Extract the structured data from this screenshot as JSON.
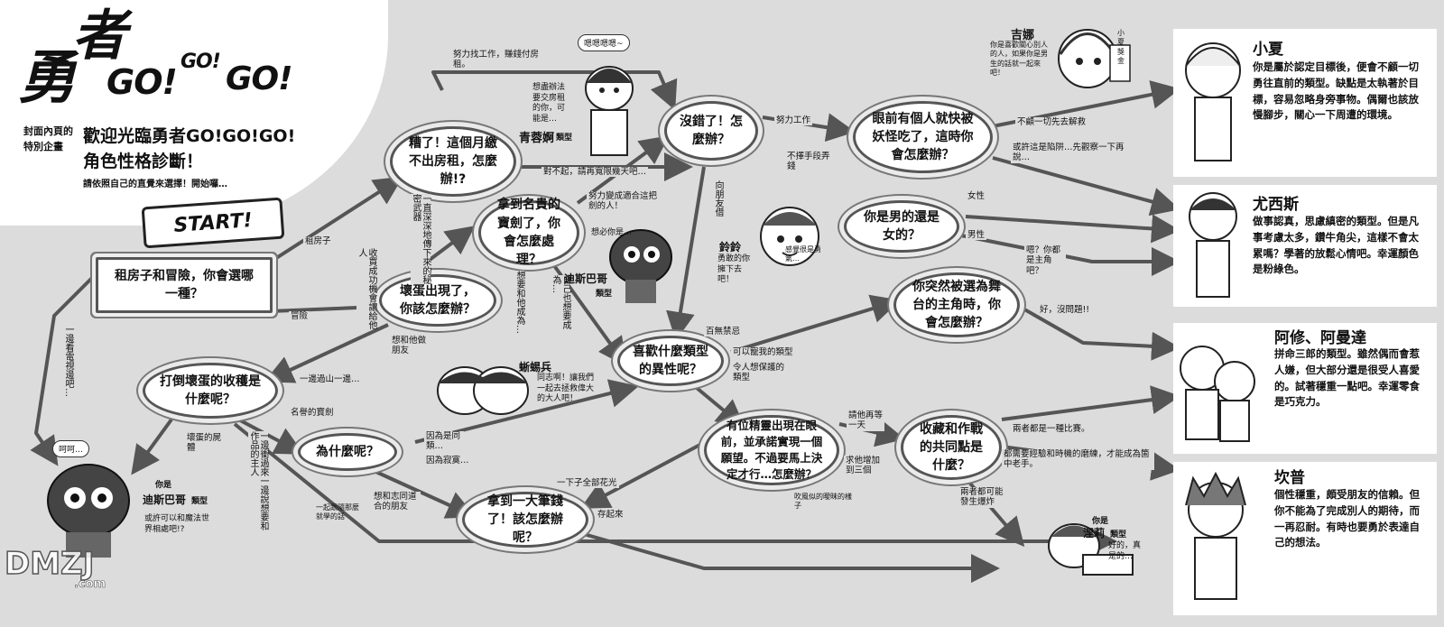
{
  "logo": {
    "yu": "勇",
    "zhe": "者",
    "go1": "GO!",
    "go2": "GO!",
    "go3": "GO!"
  },
  "side_label": {
    "l1": "封面內頁的",
    "l2": "特別企畫"
  },
  "heading": {
    "line1": "歡迎光臨勇者GO!GO!GO!",
    "line2": "角色性格診斷！",
    "note": "請依照自己的直覺來選擇！開始囉…"
  },
  "start_label": "START!",
  "questions": {
    "q1": "租房子和冒險，你會選哪一種？",
    "q2": "糟了！這個月繳不出房租，怎麼辦!?",
    "q3": "壞蛋出現了，你該怎麼辦？",
    "q4": "打倒壞蛋的收穫是什麼呢？",
    "q5": "為什麼呢？",
    "q6": "拿到一大筆錢了！該怎麼辦呢？",
    "q7": "拿到名貴的寶劍了，你會怎麼處理？",
    "q8": "沒錯了！怎麼辦？",
    "q9": "喜歡什麼類型的異性呢？",
    "q10": "有位精靈出現在眼前，並承諾實現一個願望。不過要馬上決定才行…怎麼辦？",
    "q11": "眼前有個人就快被妖怪吃了，這時你會怎麼辦？",
    "q12": "你是男的還是女的？",
    "q13": "你突然被選為舞台的主角時，你會怎麼辦？",
    "q14": "收藏和作戰的共同點是什麼？"
  },
  "edge_labels": {
    "e1": "租房子",
    "e2": "冒險",
    "e3": "努力找工作，賺錢付房租。",
    "e4": "對不起，請再寬限幾天吧…",
    "e5": "努力工作",
    "e6": "不擇手段弄錢",
    "e7": "不顧一切先去解救",
    "e8": "或許這是陷阱…先觀察一下再說…",
    "e9": "努力變成適合這把劍的人！",
    "e10": "女性",
    "e11": "男性",
    "e12": "想和他做朋友",
    "e13": "名譽的寶劍",
    "e14": "壞蛋的屍體",
    "e15": "因為是同類…",
    "e16": "因為寂寞…",
    "e17": "一下子全部花光",
    "e18": "存起來",
    "e19": "想和志同道合的朋友",
    "e20": "向朋友借",
    "e21": "百無禁忌",
    "e22": "可以寵我的類型",
    "e23": "令人想保護的類型",
    "e24": "請他再等一天",
    "e25": "求他增加到三個",
    "e26": "好，沒問題!!",
    "e27": "兩者都是一種比賽。",
    "e28": "都需要經驗和時機的磨練，才能成為箇中老手。",
    "e29": "兩者都可能發生爆炸",
    "e30": "嗯？你都是主角吧？",
    "e31": "一直深深地傳下來的秘密武器",
    "e32": "一邊衝過來一邊說想要和作品的主人",
    "e33": "一邊過山一邊…",
    "e34": "一邊看電視邊吧…",
    "e35": "想要和他成為…",
    "e36": "自己也想要成為…",
    "e37": "收買成功機會讓給他人"
  },
  "results": [
    {
      "name": "小夏",
      "text": "你是屬於認定目標後，便會不顧一切勇往直前的類型。缺點是太執著於目標，容易忽略身旁事物。偶爾也該放慢腳步，關心一下周遭的環境。"
    },
    {
      "name": "尤西斯",
      "text": "做事認真，思慮縝密的類型。但是凡事考慮太多，鑽牛角尖，這樣不會太累嗎？學著的放鬆心情吧。幸運顏色是粉綠色。"
    },
    {
      "name": "阿修、阿曼達",
      "text": "拼命三郎的類型。雖然偶而會惹人嫌，但大部分還是很受人喜愛的。試著穩重一點吧。幸運零食是巧克力。"
    },
    {
      "name": "坎普",
      "text": "個性穩重，頗受朋友的信賴。但你不能為了完成別人的期待，而一再忍耐。有時也要勇於表達自己的想法。"
    }
  ],
  "characters": {
    "c1_name": "青蓉婀",
    "c1_type": "類型",
    "c1_bubble": "嗯嗯嗯嗯~",
    "c1_say": "想盡辦法要交房租的你，可能是…",
    "c2_name": "迪斯巴哥",
    "c2_type": "類型",
    "c2_say": "想必你是…",
    "c3_name": "鈴鈴",
    "c3_say": "勇敢的你擁下去吧！",
    "c4_name": "吉娜",
    "c4_say": "你是喜歡關心別人的人，如果你是男生的話就一起來吧！",
    "c4_card": "小夏獎金",
    "c5_name": "蜥蜴兵",
    "c5_say": "同志啊！讓我們一起去拯救偉大的大人吧！",
    "c6_prefix": "你是",
    "c6_name": "迪斯巴哥",
    "c6_type": "類型",
    "c6_bubble": "呵呵…",
    "c6_say": "或許可以和魔法世界相處吧!?",
    "c7_prefix": "你是",
    "c7_name": "涅莉",
    "c7_type": "類型",
    "c7_say": "好的，真是的…",
    "c7_side": "吹風似的曖昧的樣子",
    "c8_left": "一起跟隨那麼就學的話",
    "c9_side": "感覺很是勇氣…"
  },
  "watermark": {
    "brand": "DMZJ",
    "domain": ".com"
  }
}
